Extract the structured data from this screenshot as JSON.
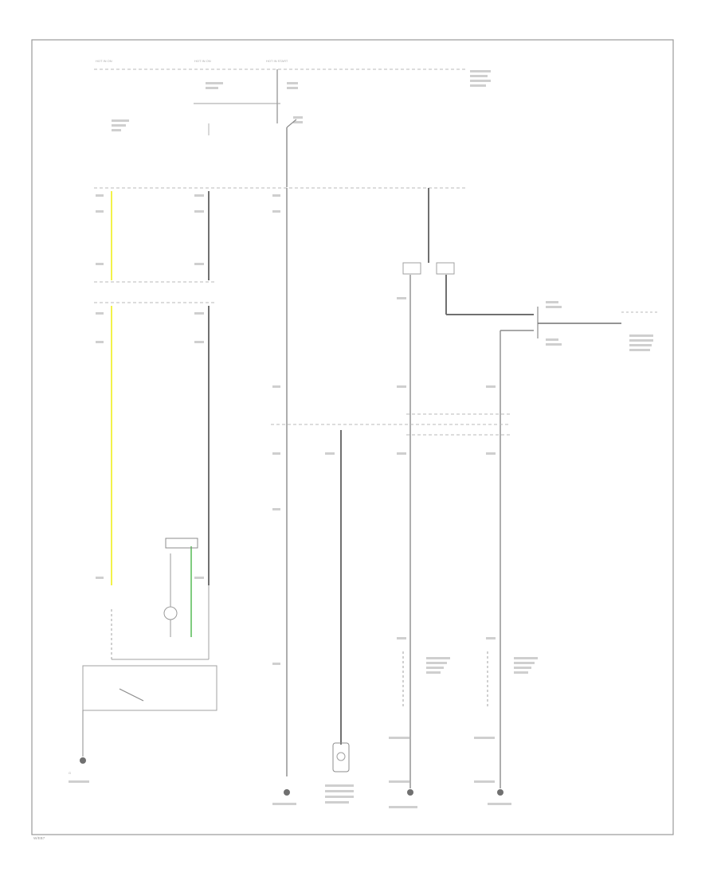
{
  "diagram": {
    "page_id": "W/EB7",
    "top_sources": [
      "HOT IN ON",
      "HOT IN ON",
      "HOT IN START"
    ],
    "ground_labels": [
      "G"
    ],
    "ground_text": "GROUND",
    "connector_text": "TO",
    "colors": {
      "frame": "#9a9a9a",
      "wire": "#8c8c8c",
      "wire_heavy": "#707070",
      "yellow_wire": "#f2f24a",
      "green_wire": "#5fbf5f",
      "dashed_bus": "#b8b8b8"
    }
  }
}
